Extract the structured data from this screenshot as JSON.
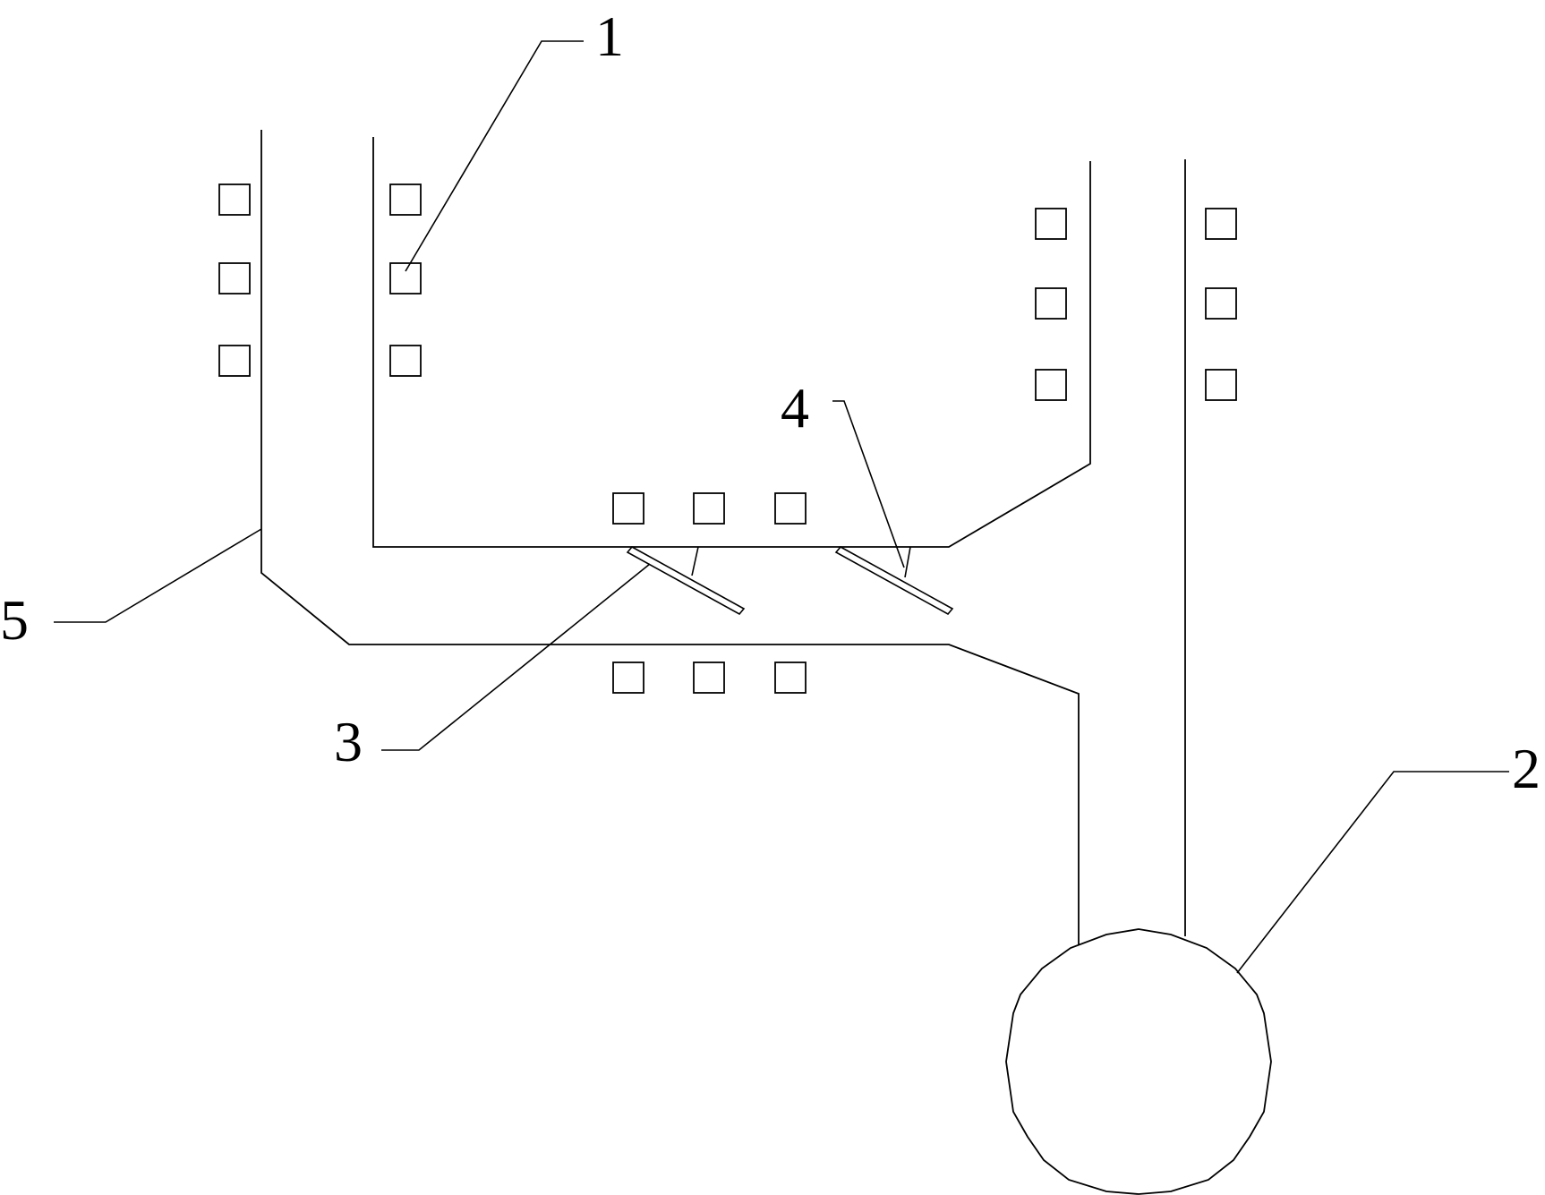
{
  "labels": {
    "n1": "1",
    "n2": "2",
    "n3": "3",
    "n4": "4",
    "n5": "5"
  },
  "colors": {
    "line": "#000000",
    "background": "#ffffff"
  }
}
